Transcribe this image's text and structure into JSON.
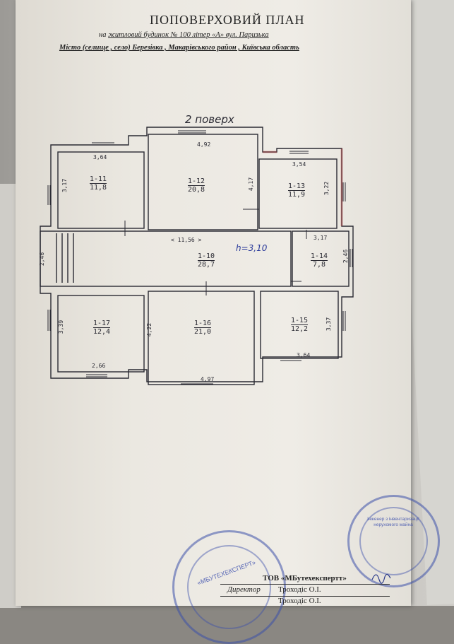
{
  "header": {
    "title": "ПОПОВЕРХОВИЙ ПЛАН",
    "line1_prefix": "на",
    "line1_body": "житловий будинок № 100 літер «А» вул. Паризька",
    "line2": "Місто (селище , село)  Березівка   , Макарівського район , Київська область"
  },
  "plan": {
    "floor_label": "2 поверх",
    "rooms": [
      {
        "id": "1-11",
        "area": "11,8"
      },
      {
        "id": "1-12",
        "area": "20,8"
      },
      {
        "id": "1-13",
        "area": "11,9"
      },
      {
        "id": "1-10",
        "area": "28,7"
      },
      {
        "id": "1-14",
        "area": "7,8"
      },
      {
        "id": "1-17",
        "area": "12,4"
      },
      {
        "id": "1-16",
        "area": "21,0"
      },
      {
        "id": "1-15",
        "area": "12,2"
      }
    ],
    "dimensions": {
      "d1": "3,64",
      "d2": "4,92",
      "d3": "3,54",
      "d4": "3,17",
      "d5": "4,17",
      "d6": "3,22",
      "d7": "< 11,56 >",
      "d8": "3,17",
      "d9": "2,46",
      "d10": "2,46",
      "d11": "3,39",
      "d12": "4,22",
      "d13": "3,37",
      "d14": "2,66",
      "d15": "4,97",
      "d16": "3,64"
    },
    "height_note": "h=3,10"
  },
  "footer": {
    "org": "ТОВ «МБутехекспертт»",
    "role1": "Директор",
    "name1": "Троходіс О.І.",
    "name2": "Троходіс О.І."
  },
  "stamps": {
    "left": "«МБУТЕХЕКСПЕРТ»",
    "right": "Інженер з інвентаризації нерухомого майна"
  },
  "colors": {
    "stamp": "#3c50aa",
    "plan_ink": "#2a2a33",
    "paper": "#ebe8e1"
  }
}
